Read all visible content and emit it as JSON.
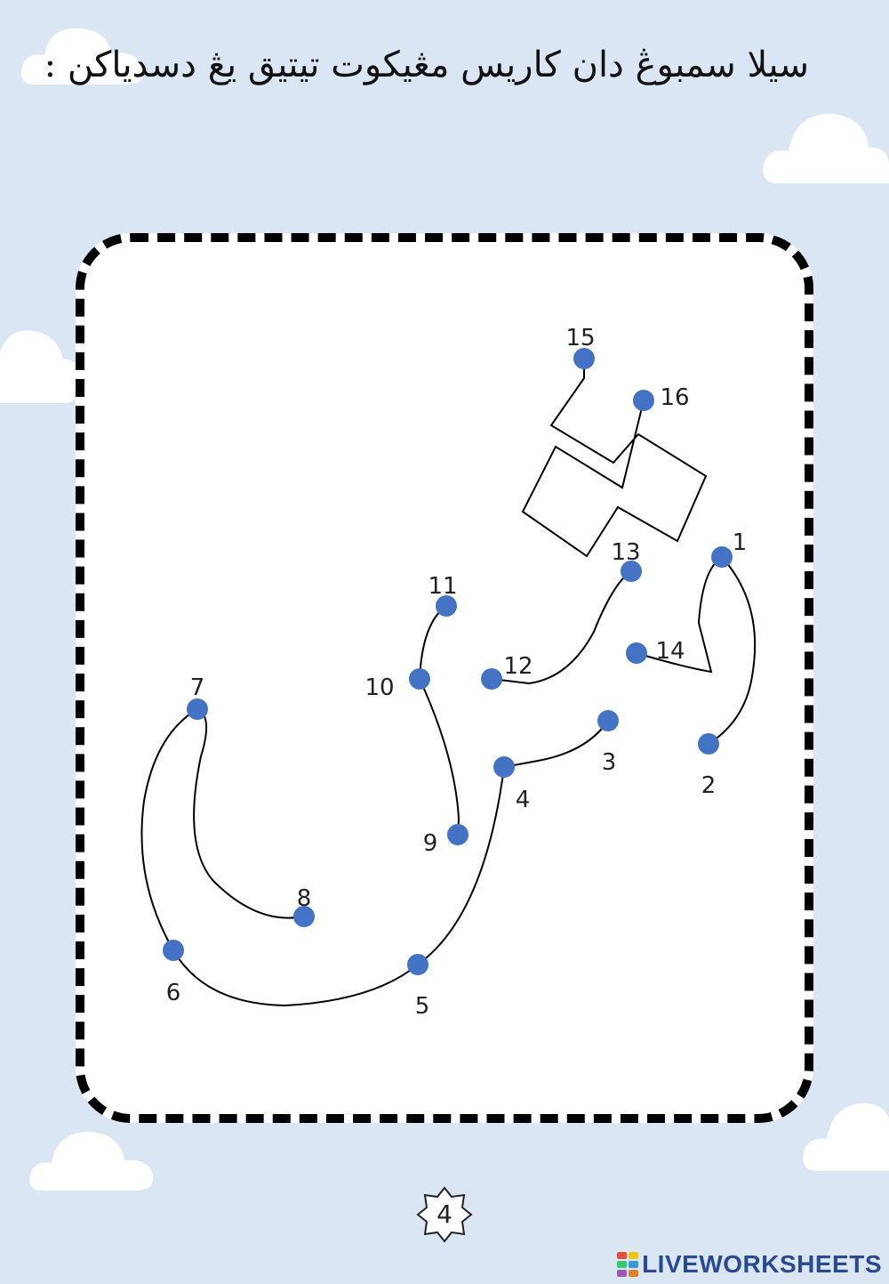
{
  "instruction": "سيلا سمبوڠ دان کاريس مڠيکوت تيتيق يڠ دسدياکن :",
  "dots": [
    {
      "label": "1"
    },
    {
      "label": "2"
    },
    {
      "label": "3"
    },
    {
      "label": "4"
    },
    {
      "label": "5"
    },
    {
      "label": "6"
    },
    {
      "label": "7"
    },
    {
      "label": "8"
    },
    {
      "label": "9"
    },
    {
      "label": "10"
    },
    {
      "label": "11"
    },
    {
      "label": "12"
    },
    {
      "label": "13"
    },
    {
      "label": "14"
    },
    {
      "label": "15"
    },
    {
      "label": "16"
    }
  ],
  "page_number": "4",
  "brand": "LIVEWORKSHEETS",
  "colors": {
    "background": "#dbe6f5",
    "dot": "#4472c4",
    "frame_dash": "#000000",
    "brand_text": "#2a4a8e"
  }
}
